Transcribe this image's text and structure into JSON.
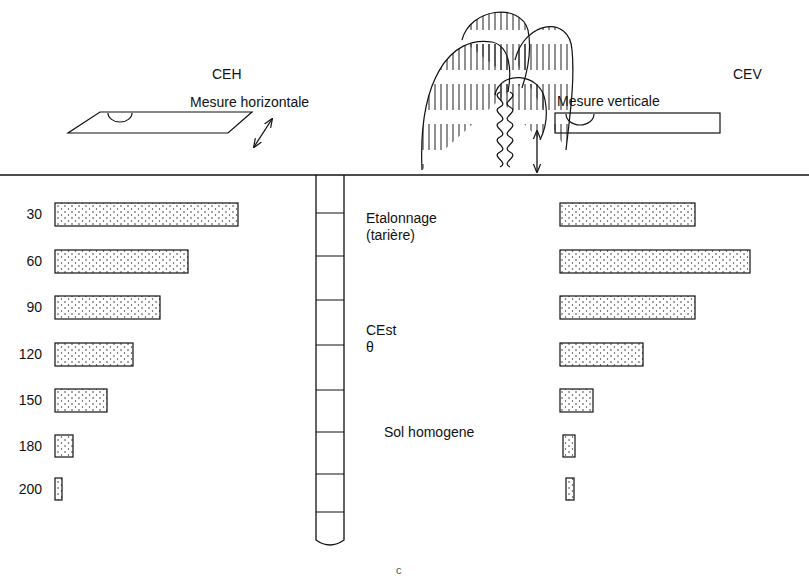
{
  "diagram": {
    "labels": [
      "CEH",
      "CEV",
      "Mesure horizontale",
      "Mesure verticale",
      "Etalonnage (tarière)",
      "CEst θ",
      "Sol homogene",
      "30",
      "60",
      "90",
      "120",
      "150",
      "180",
      "200",
      "c"
    ]
  }
}
